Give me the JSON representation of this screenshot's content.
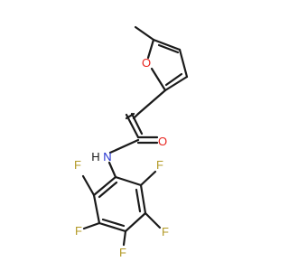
{
  "molecule": {
    "atoms": {
      "furan_O": {
        "symbol": "O",
        "color": "#e8221c"
      },
      "amide_O": {
        "symbol": "O",
        "color": "#e8221c"
      },
      "amide_N": {
        "symbol": "N",
        "color": "#1f2fd0"
      },
      "amide_H": {
        "symbol": "H",
        "color": "#1a1a1a"
      },
      "F1": {
        "symbol": "F",
        "color": "#b39a26"
      },
      "F2": {
        "symbol": "F",
        "color": "#b39a26"
      },
      "F3": {
        "symbol": "F",
        "color": "#b39a26"
      },
      "F4": {
        "symbol": "F",
        "color": "#b39a26"
      },
      "F5": {
        "symbol": "F",
        "color": "#b39a26"
      }
    },
    "bond_color": "#1a1a1a"
  }
}
